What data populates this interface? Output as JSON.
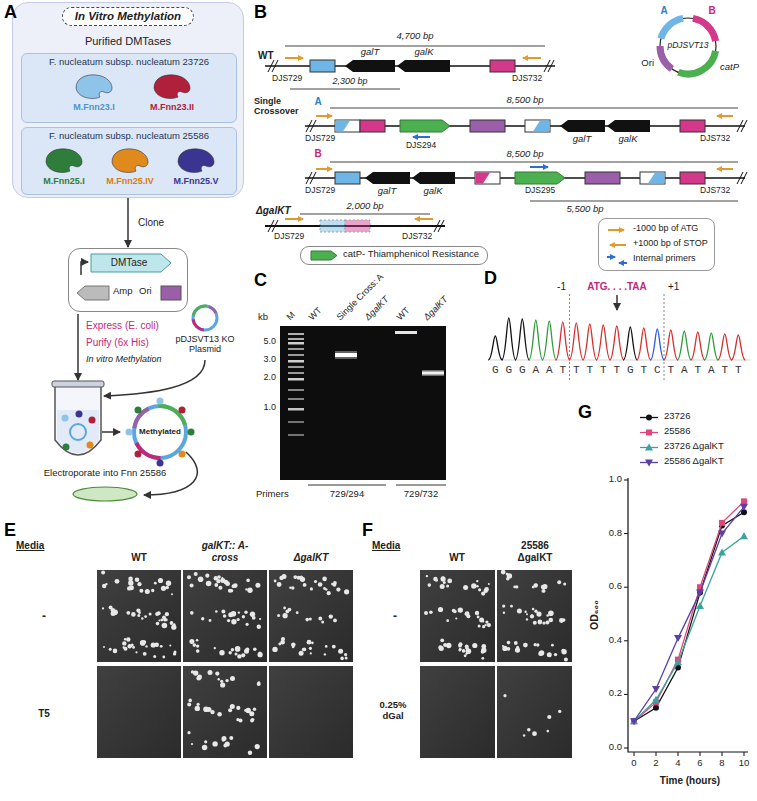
{
  "diagram": {
    "nodes": [
      {
        "text": [
          "In Vitro Methylation",
          "Purified DMTases"
        ]
      },
      {
        "text": [
          "F. nucleatum subsp. nucleatum 23726"
        ],
        "in": 0
      },
      {
        "text": [
          "M.Fnn23.I"
        ],
        "in": 1
      },
      {
        "text": [
          "M.Fnn23.II"
        ],
        "in": 1
      },
      {
        "text": [
          "F. nucleatum subsp. nucleatum 25586"
        ],
        "in": 0
      },
      {
        "text": [
          "M.Fnn25.I"
        ],
        "in": 4
      },
      {
        "text": [
          "M.Fnn25.IV"
        ],
        "in": 4
      },
      {
        "text": [
          "M.Fnn25.V"
        ],
        "in": 4
      },
      {
        "text": [
          "DMTase",
          "Amp",
          "Ori"
        ]
      },
      {
        "text": [
          "Electroporate into Fnn 25586"
        ]
      }
    ],
    "edges": [
      {
        "from": 0,
        "to": 8,
        "arrow": "to",
        "label": "Clone"
      }
    ],
    "labels": [
      "A",
      "Express (E. coli)",
      "Purify (6x His)",
      "In vitro Methylation",
      "pDJSVT13 KO Plasmid",
      "Methylated",
      "B",
      "pDJSVT13",
      "A",
      "B",
      "Ori",
      "catP",
      "4,700 bp",
      "WT",
      "galT",
      "galK",
      "DJS729",
      "2,300 bp",
      "DJS732",
      "Single Crossover",
      "A",
      "8,500 bp",
      "DJS729",
      "DJS294",
      "galT",
      "galK",
      "DJS732",
      "B",
      "8,500 bp",
      "DJS295",
      "DJS729",
      "galT",
      "galK",
      "DJS732",
      "5,500 bp",
      "ΔgalKT",
      "2,000 bp",
      "DJS729",
      "DJS732",
      "C",
      "kb",
      "5.0",
      "3.0",
      "2.0",
      "1.0",
      "M",
      "WT",
      "Single Cross: A",
      "ΔgalKT",
      "WT",
      "ΔgalKT",
      "Primers",
      "729/294",
      "729/732",
      "D",
      "-1",
      "ATG. . . .TAA",
      "+1",
      "GGGAATTTTTGTCTATATT",
      "E",
      "Media",
      "WT",
      "galKT:: A-cross",
      "ΔgalKT",
      "-",
      "T5",
      "F",
      "Media",
      "WT",
      "25586 ΔgalKT",
      "-",
      "0.25% dGal",
      "G",
      "OD₆₀₀",
      "0.0",
      "0.2",
      "0.4",
      "0.6",
      "0.8",
      "1.0",
      "0",
      "2",
      "4",
      "6",
      "8",
      "10",
      "Time (hours)"
    ],
    "legend": [
      {
        "text": "-1000 bp of ATG"
      },
      {
        "text": "+1000 bp of STOP"
      },
      {
        "text": "Internal primers"
      },
      {
        "text": "catP- Thiamphenicol Resistance"
      },
      {
        "text": "23726"
      },
      {
        "text": "25586"
      },
      {
        "text": "23726 ΔgalKT"
      },
      {
        "text": "25586 ΔgalKT"
      }
    ]
  }
}
